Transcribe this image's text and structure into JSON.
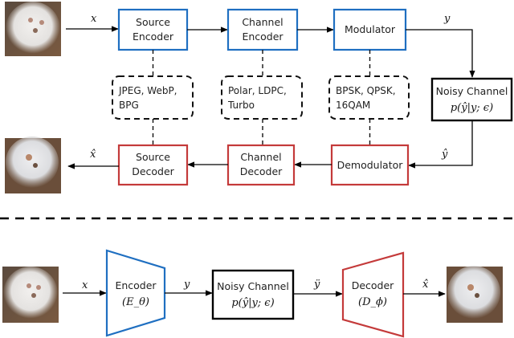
{
  "colors": {
    "encoder": "#1f6fc1",
    "decoder": "#c43a3a",
    "channel": "#000000",
    "dashed": "#111111"
  },
  "traditional": {
    "input_image": "dog-image-original",
    "output_image": "dog-image-reconstructed",
    "input_symbol": "x",
    "output_symbol": "x̂",
    "tx_symbol": "y",
    "rx_symbol": "ŷ",
    "source_encoder": [
      "Source",
      "Encoder"
    ],
    "channel_encoder": [
      "Channel",
      "Encoder"
    ],
    "modulator": "Modulator",
    "noisy_channel": {
      "title": "Noisy Channel",
      "formula": "p(ŷ|y; ϵ)"
    },
    "demodulator": "Demodulator",
    "channel_decoder": [
      "Channel",
      "Decoder"
    ],
    "source_decoder": [
      "Source",
      "Decoder"
    ],
    "source_codecs": [
      "JPEG, WebP,",
      "BPG"
    ],
    "channel_codes": [
      "Polar, LDPC,",
      "Turbo"
    ],
    "modulations": [
      "BPSK, QPSK,",
      "16QAM"
    ]
  },
  "learned": {
    "input_image": "dog-image-original",
    "output_image": "dog-image-reconstructed",
    "input_symbol": "x",
    "latent_symbol": "y",
    "rx_symbol": "ÿ",
    "output_symbol": "x̂",
    "encoder": {
      "title": "Encoder",
      "param": "(E_θ)"
    },
    "noisy_channel": {
      "title": "Noisy Channel",
      "formula": "p(ŷ|y; ϵ)"
    },
    "decoder": {
      "title": "Decoder",
      "param": "(D_ϕ)"
    }
  }
}
